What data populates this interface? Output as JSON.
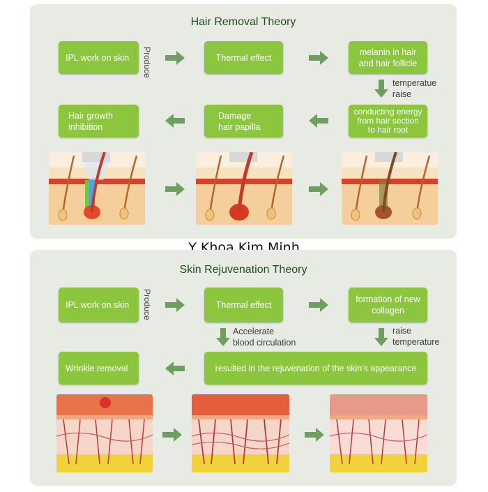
{
  "hair": {
    "title": "Hair Removal Theory",
    "produce": "Produce",
    "box_ipl": "IPL work on skin",
    "box_thermal": "Thermal effect",
    "box_melanin": "melanin in hair\nand hair follicle",
    "note_temp": "temperatue\nraise",
    "box_conduct": "conducting energy\nfrom hair section\n to hair root",
    "box_damage": "Damage\nhair papilla",
    "box_inhibition": "Hair growth\ninhibition"
  },
  "watermark": "Y Khoa Kim Minh",
  "skin": {
    "title": "Skin Rejuvenation Theory",
    "produce": "Produce",
    "box_ipl": "IPL work on skin",
    "box_thermal": "Thermal effect",
    "box_collagen": "formation of new\ncollagen",
    "note_accel": "Accelerate\nblood circulation",
    "note_raise": "raise\ntemperature",
    "box_result": "resulted in the rejuvenation of the skin's appearance",
    "box_wrinkle": "Wrinkle removal"
  },
  "colors": {
    "panel": "#e8ebe4",
    "box": "#8cc63f",
    "arrow": "#6e9f60",
    "title": "#1f4f1c"
  }
}
